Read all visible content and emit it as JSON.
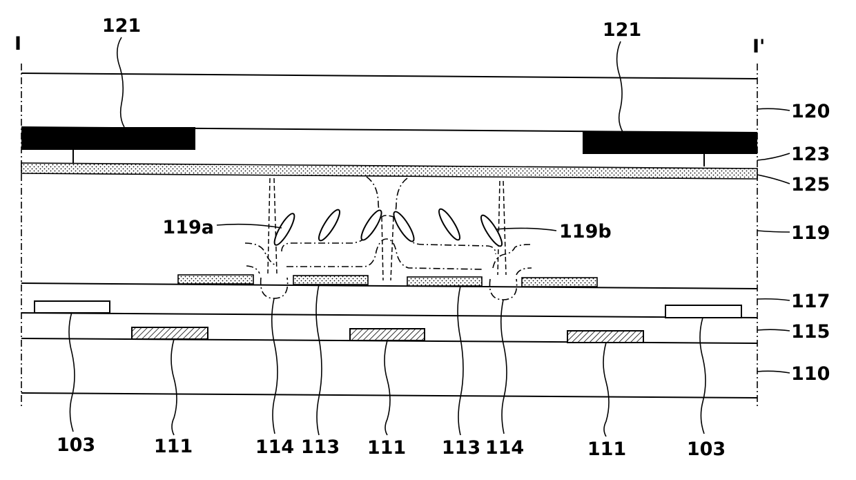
{
  "section": {
    "left": "I",
    "right": "I'"
  },
  "labels": {
    "l121": "121",
    "l120": "120",
    "l123": "123",
    "l125": "125",
    "l119": "119",
    "l119a": "119a",
    "l119b": "119b",
    "l117": "117",
    "l115": "115",
    "l110": "110",
    "l103": "103",
    "l111": "111",
    "l113": "113",
    "l114": "114"
  }
}
